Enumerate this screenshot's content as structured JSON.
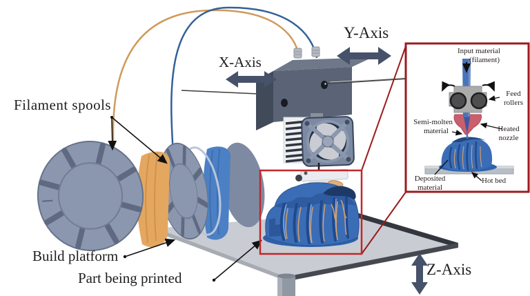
{
  "labels": {
    "filament_spools": "Filament spools",
    "x_axis": "X-Axis",
    "y_axis": "Y-Axis",
    "z_axis": "Z-Axis",
    "build_platform": "Build platform",
    "part_being_printed": "Part being printed"
  },
  "inset": {
    "input_material": {
      "line1": "Input material",
      "line2": "(filament)"
    },
    "feed_rollers": {
      "line1": "Feed",
      "line2": "rollers"
    },
    "semi_molten": {
      "line1": "Semi-molten",
      "line2": "material"
    },
    "heated_nozzle": {
      "line1": "Heated",
      "line2": "nozzle"
    },
    "deposited_material": {
      "line1": "Deposited",
      "line2": "material"
    },
    "hot_bed": "Hot bed"
  },
  "colors": {
    "inset-border-red": "#9b1b1e",
    "callout-red": "#c1272d",
    "axis-arrow-slate": "#46516a",
    "label-text": "#1d1d1f",
    "inset-text": "#241c1c",
    "filament-orange": "#e4a760",
    "filament-blue": "#4c80c5",
    "spool-slate": "#8b97ae",
    "platform-gray": "#c9cdd3",
    "part-blue": "#3b6db6",
    "nozzle-red": "#c95f6d",
    "cable-orange": "#cf9a58",
    "cable-blue": "#336099"
  }
}
